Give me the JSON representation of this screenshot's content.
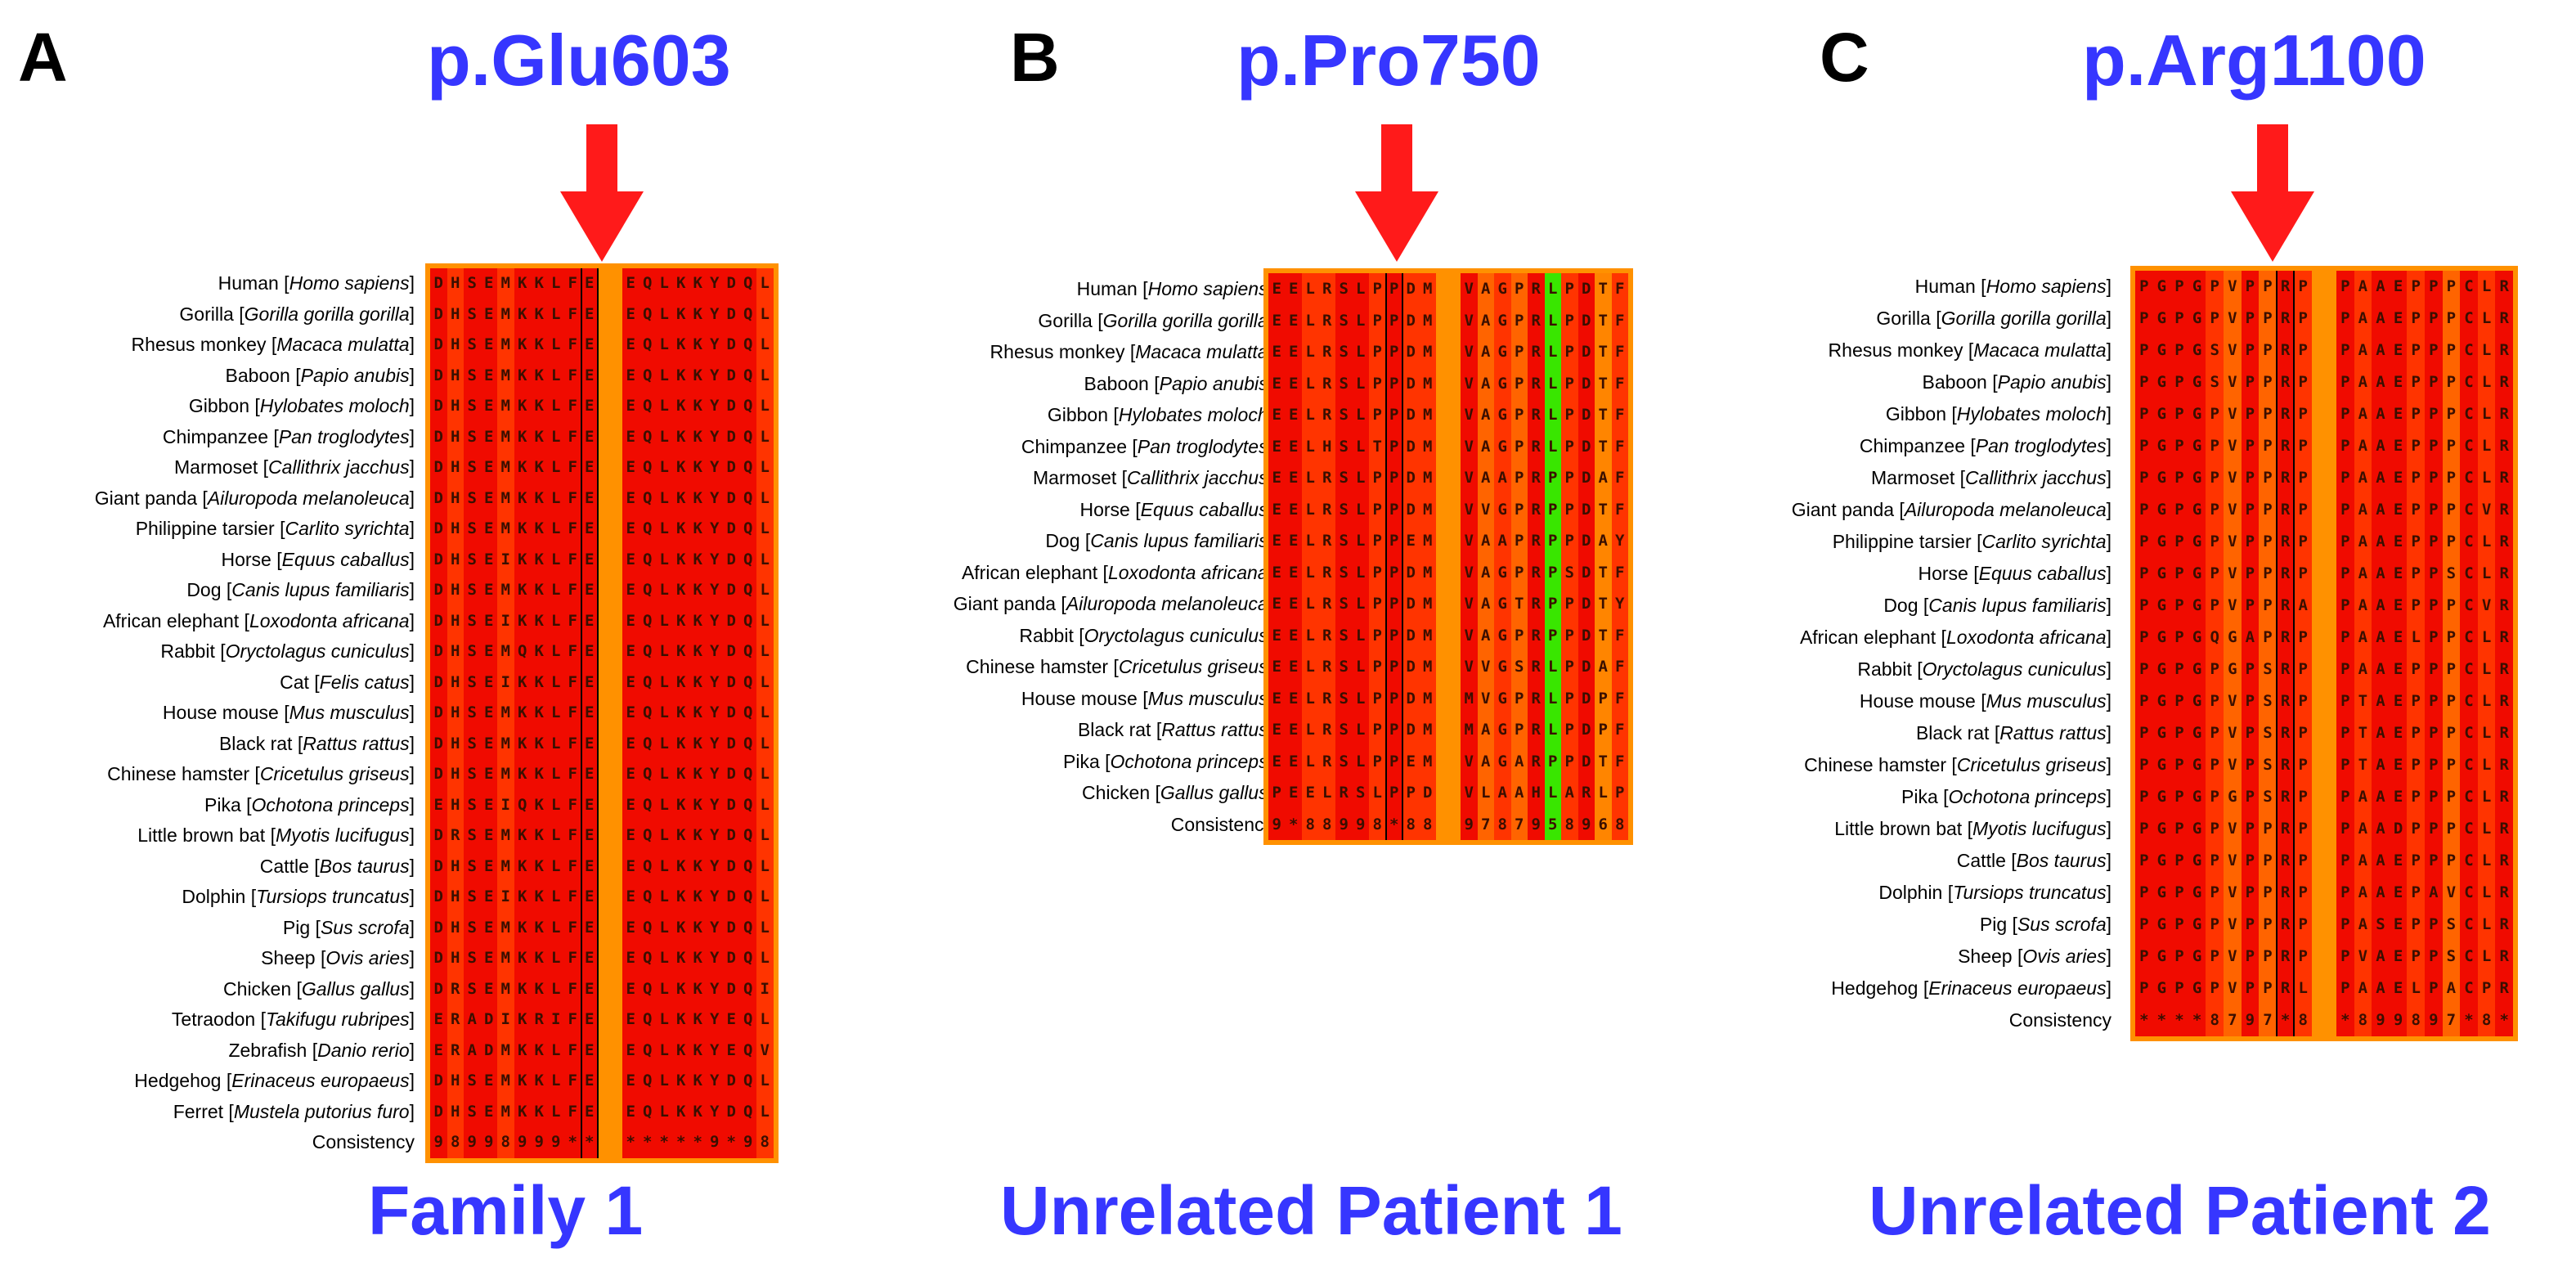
{
  "colors": {
    "c9": "#f00b00",
    "c8": "#ff3400",
    "c7": "#ff6400",
    "c6": "#ff8500",
    "c5": "#39e600",
    "star": "#f00b00",
    "bg": "#ff9100",
    "title": "#3636ff",
    "arrow": "#ff1a1a"
  },
  "panels": [
    {
      "letter": "A",
      "mutation": "p.Glu603",
      "caption": "Family 1",
      "consensus_label": "Consistency",
      "consensus": "98998999**  *****9*98",
      "mutation_col": 9,
      "rows": [
        {
          "common": "Human",
          "latin": "Homo sapiens",
          "seq": "DHSEMKKLFE  EQLKKYDQLK"
        },
        {
          "common": "Gorilla",
          "latin": "Gorilla gorilla gorilla",
          "seq": "DHSEMKKLFE  EQLKKYDQLK"
        },
        {
          "common": "Rhesus monkey",
          "latin": "Macaca mulatta",
          "seq": "DHSEMKKLFE  EQLKKYDQLK"
        },
        {
          "common": "Baboon",
          "latin": "Papio anubis",
          "seq": "DHSEMKKLFE  EQLKKYDQLK"
        },
        {
          "common": "Gibbon",
          "latin": "Hylobates moloch",
          "seq": "DHSEMKKLFE  EQLKKYDQLK"
        },
        {
          "common": "Chimpanzee",
          "latin": "Pan troglodytes",
          "seq": "DHSEMKKLFE  EQLKKYDQLK"
        },
        {
          "common": "Marmoset",
          "latin": "Callithrix jacchus",
          "seq": "DHSEMKKLFE  EQLKKYDQLK"
        },
        {
          "common": "Giant panda",
          "latin": "Ailuropoda melanoleuca",
          "seq": "DHSEMKKLFE  EQLKKYDQLR"
        },
        {
          "common": "Philippine tarsier",
          "latin": "Carlito syrichta",
          "seq": "DHSEMKKLFE  EQLKKYDQLR"
        },
        {
          "common": "Horse",
          "latin": "Equus caballus",
          "seq": "DHSEIKKLFE  EQLKKYDQLR"
        },
        {
          "common": "Dog",
          "latin": "Canis lupus familiaris",
          "seq": "DHSEMKKLFE  EQLKKYDQLR"
        },
        {
          "common": "African elephant",
          "latin": "Loxodonta africana",
          "seq": "DHSEIKKLFE  EQLKKYDQLR"
        },
        {
          "common": "Rabbit",
          "latin": "Oryctolagus cuniculus",
          "seq": "DHSEMQKLFE  EQLKKYDQLR"
        },
        {
          "common": "Cat",
          "latin": "Felis catus",
          "seq": "DHSEIKKLFE  EQLKKYDQLR"
        },
        {
          "common": "House mouse",
          "latin": "Mus musculus",
          "seq": "DHSEMKKLFE  EQLKKYDQLK"
        },
        {
          "common": "Black rat",
          "latin": "Rattus rattus",
          "seq": "DHSEMKKLFE  EQLKKYDQLK"
        },
        {
          "common": "Chinese hamster",
          "latin": "Cricetulus griseus",
          "seq": "DHSEMKKLFE  EQLKKYDQLK"
        },
        {
          "common": "Pika",
          "latin": "Ochotona princeps",
          "seq": "EHSEIQKLFE  EQLKKYDQLR"
        },
        {
          "common": "Little brown bat",
          "latin": "Myotis lucifugus",
          "seq": "DRSEMKKLFE  EQLKKYDQLR"
        },
        {
          "common": "Cattle",
          "latin": "Bos taurus",
          "seq": "DHSEMKKLFE  EQLKKYDQLR"
        },
        {
          "common": "Dolphin",
          "latin": "Tursiops truncatus",
          "seq": "DHSEIKKLFE  EQLKKYDQLR"
        },
        {
          "common": "Pig",
          "latin": "Sus scrofa",
          "seq": "DHSEMKKLFE  EQLKKYDQLR"
        },
        {
          "common": "Sheep",
          "latin": "Ovis aries",
          "seq": "DHSEMKKLFE  EQLKKYDQLR"
        },
        {
          "common": "Chicken",
          "latin": "Gallus gallus",
          "seq": "DRSEMKKLFE  EQLKKYDQIK"
        },
        {
          "common": "Tetraodon",
          "latin": "Takifugu rubripes",
          "seq": "ERADIKRIFE  EQLKKYEQLK"
        },
        {
          "common": "Zebrafish",
          "latin": "Danio rerio",
          "seq": "ERADMKKLFE  EQLKKYEQVK"
        },
        {
          "common": "Hedgehog",
          "latin": "Erinaceus europaeus",
          "seq": "DHSEMKKLFE  EQLKKYDQLR"
        },
        {
          "common": "Ferret",
          "latin": "Mustela putorius furo",
          "seq": "DHSEMKKLFE  EQLKKYDQLR"
        }
      ]
    },
    {
      "letter": "B",
      "mutation": "p.Pro750",
      "caption": "Unrelated Patient 1",
      "consensus_label": "Consistency",
      "consensus": "9*88998*88  9787958968",
      "mutation_col": 7,
      "rows": [
        {
          "common": "Human",
          "latin": "Homo sapiens",
          "seq": "EELRSLPPDM  VAGPRLPDTF"
        },
        {
          "common": "Gorilla",
          "latin": "Gorilla gorilla gorilla",
          "seq": "EELRSLPPDM  VAGPRLPDTF"
        },
        {
          "common": "Rhesus monkey",
          "latin": "Macaca mulatta",
          "seq": "EELRSLPPDM  VAGPRLPDTF"
        },
        {
          "common": "Baboon",
          "latin": "Papio anubis",
          "seq": "EELRSLPPDM  VAGPRLPDTF"
        },
        {
          "common": "Gibbon",
          "latin": "Hylobates moloch",
          "seq": "EELRSLPPDM  VAGPRLPDTF"
        },
        {
          "common": "Chimpanzee",
          "latin": "Pan troglodytes",
          "seq": "EELHSLTPDM  VAGPRLPDTF"
        },
        {
          "common": "Marmoset",
          "latin": "Callithrix jacchus",
          "seq": "EELRSLPPDM  VAAPRPPDAF"
        },
        {
          "common": "Horse",
          "latin": "Equus caballus",
          "seq": "EELRSLPPDM  VVGPRPPDTF"
        },
        {
          "common": "Dog",
          "latin": "Canis lupus familiaris",
          "seq": "EELRSLPPEM  VAAPRPPDAY"
        },
        {
          "common": "African elephant",
          "latin": "Loxodonta africana",
          "seq": "EELRSLPPDM  VAGPRPSDTF"
        },
        {
          "common": "Giant panda",
          "latin": "Ailuropoda melanoleuca",
          "seq": "EELRSLPPDM  VAGTRPPDTY"
        },
        {
          "common": "Rabbit",
          "latin": "Oryctolagus cuniculus",
          "seq": "EELRSLPPDM  VAGPRPPDTF"
        },
        {
          "common": "Chinese hamster",
          "latin": "Cricetulus griseus",
          "seq": "EELRSLPPDM  VVGSRLPDAF"
        },
        {
          "common": "House mouse",
          "latin": "Mus musculus",
          "seq": "EELRSLPPDM  MVGPRLPDPF"
        },
        {
          "common": "Black rat",
          "latin": "Rattus rattus",
          "seq": "EELRSLPPDM  MAGPRLPDPF"
        },
        {
          "common": "Pika",
          "latin": "Ochotona princeps",
          "seq": "EELRSLPPEM  VAGARPPDTF"
        },
        {
          "common": "Chicken",
          "latin": "Gallus gallus",
          "seq": "PEELRSLPPD  VLAAHLARLP"
        }
      ]
    },
    {
      "letter": "C",
      "mutation": "p.Arg1100",
      "caption": "Unrelated Patient 2",
      "consensus_label": "Consistency",
      "consensus": "****8797*8  *899897*8*",
      "mutation_col": 8,
      "rows": [
        {
          "common": "Human",
          "latin": "Homo sapiens",
          "seq": "PGPGPVPPRP  PAAEPPPCLR"
        },
        {
          "common": "Gorilla",
          "latin": "Gorilla gorilla gorilla",
          "seq": "PGPGPVPPRP  PAAEPPPCLR"
        },
        {
          "common": "Rhesus monkey",
          "latin": "Macaca mulatta",
          "seq": "PGPGSVPPRP  PAAEPPPCLR"
        },
        {
          "common": "Baboon",
          "latin": "Papio anubis",
          "seq": "PGPGSVPPRP  PAAEPPPCLR"
        },
        {
          "common": "Gibbon",
          "latin": "Hylobates moloch",
          "seq": "PGPGPVPPRP  PAAEPPPCLR"
        },
        {
          "common": "Chimpanzee",
          "latin": "Pan troglodytes",
          "seq": "PGPGPVPPRP  PAAEPPPCLR"
        },
        {
          "common": "Marmoset",
          "latin": "Callithrix jacchus",
          "seq": "PGPGPVPPRP  PAAEPPPCLR"
        },
        {
          "common": "Giant panda",
          "latin": "Ailuropoda melanoleuca",
          "seq": "PGPGPVPPRP  PAAEPPPCVR"
        },
        {
          "common": "Philippine tarsier",
          "latin": "Carlito syrichta",
          "seq": "PGPGPVPPRP  PAAEPPPCLR"
        },
        {
          "common": "Horse",
          "latin": "Equus caballus",
          "seq": "PGPGPVPPRP  PAAEPPSCLR"
        },
        {
          "common": "Dog",
          "latin": "Canis lupus familiaris",
          "seq": "PGPGPVPPRA  PAAEPPPCVR"
        },
        {
          "common": "African elephant",
          "latin": "Loxodonta africana",
          "seq": "PGPGQGAPRP  PAAELPPCLR"
        },
        {
          "common": "Rabbit",
          "latin": "Oryctolagus cuniculus",
          "seq": "PGPGPGPSRP  PAAEPPPCLR"
        },
        {
          "common": "House mouse",
          "latin": "Mus musculus",
          "seq": "PGPGPVPSRP  PTAEPPPCLR"
        },
        {
          "common": "Black rat",
          "latin": "Rattus rattus",
          "seq": "PGPGPVPSRP  PTAEPPPCLR"
        },
        {
          "common": "Chinese hamster",
          "latin": "Cricetulus griseus",
          "seq": "PGPGPVPSRP  PTAEPPPCLR"
        },
        {
          "common": "Pika",
          "latin": "Ochotona princeps",
          "seq": "PGPGPGPSRP  PAAEPPPCLR"
        },
        {
          "common": "Little brown bat",
          "latin": "Myotis lucifugus",
          "seq": "PGPGPVPPRP  PAADPPPCLR"
        },
        {
          "common": "Cattle",
          "latin": "Bos taurus",
          "seq": "PGPGPVPPRP  PAAEPPPCLR"
        },
        {
          "common": "Dolphin",
          "latin": "Tursiops truncatus",
          "seq": "PGPGPVPPRP  PAAEPAVCLR"
        },
        {
          "common": "Pig",
          "latin": "Sus scrofa",
          "seq": "PGPGPVPPRP  PASEPPSCLR"
        },
        {
          "common": "Sheep",
          "latin": "Ovis aries",
          "seq": "PGPGPVPPRP  PVAEPPSCLR"
        },
        {
          "common": "Hedgehog",
          "latin": "Erinaceus europaeus",
          "seq": "PGPGPVPPRL  PAAELPACPR"
        }
      ]
    }
  ]
}
